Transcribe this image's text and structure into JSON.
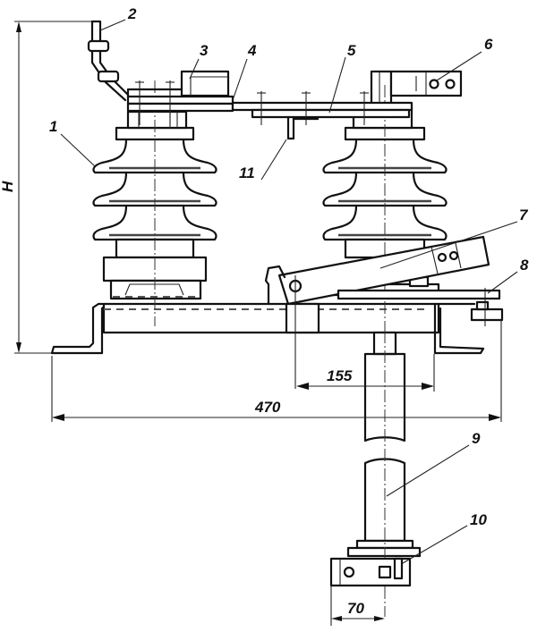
{
  "drawing": {
    "callouts": [
      "1",
      "2",
      "3",
      "4",
      "5",
      "6",
      "7",
      "8",
      "9",
      "10",
      "11"
    ],
    "dimensions": {
      "height_label": "H",
      "base_length": "470",
      "pivot_to_axis": "155",
      "bracket_width": "70"
    }
  }
}
